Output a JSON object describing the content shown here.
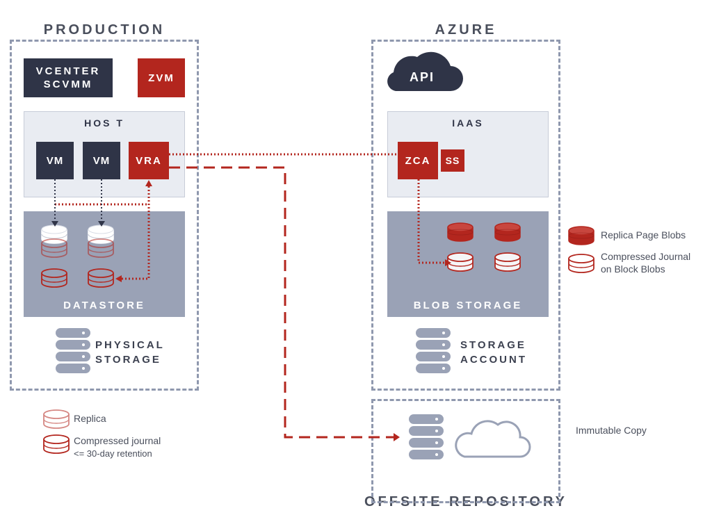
{
  "production": {
    "title": "PRODUCTION",
    "vcenter": "VCENTER\nSCVMM",
    "zvm": "ZVM",
    "host": "HOS T",
    "vm1": "VM",
    "vm2": "VM",
    "vra": "VRA",
    "datastore": "DATASTORE",
    "physical_storage": "PHYSICAL\nSTORAGE"
  },
  "azure": {
    "title": "AZURE",
    "api": "API",
    "iaas": "IAAS",
    "zca": "ZCA",
    "ss": "SS",
    "blob_storage": "BLOB STORAGE",
    "storage_account": "STORAGE\nACCOUNT"
  },
  "offsite": {
    "title": "OFFSITE REPOSITORY",
    "note": "Immutable Copy"
  },
  "legend_left": {
    "replica": "Replica",
    "journal_line1": "Compressed journal",
    "journal_line2": "<= 30-day retention"
  },
  "legend_right": {
    "replica_page_blobs": "Replica Page Blobs",
    "journal_line1": "Compressed Journal",
    "journal_line2": "on Block Blobs"
  },
  "colors": {
    "red": "#b3261e",
    "navy": "#2f3447",
    "gray_panel": "#9aa2b6",
    "light_panel": "#e9ecf2",
    "dash": "#8f98ae"
  }
}
